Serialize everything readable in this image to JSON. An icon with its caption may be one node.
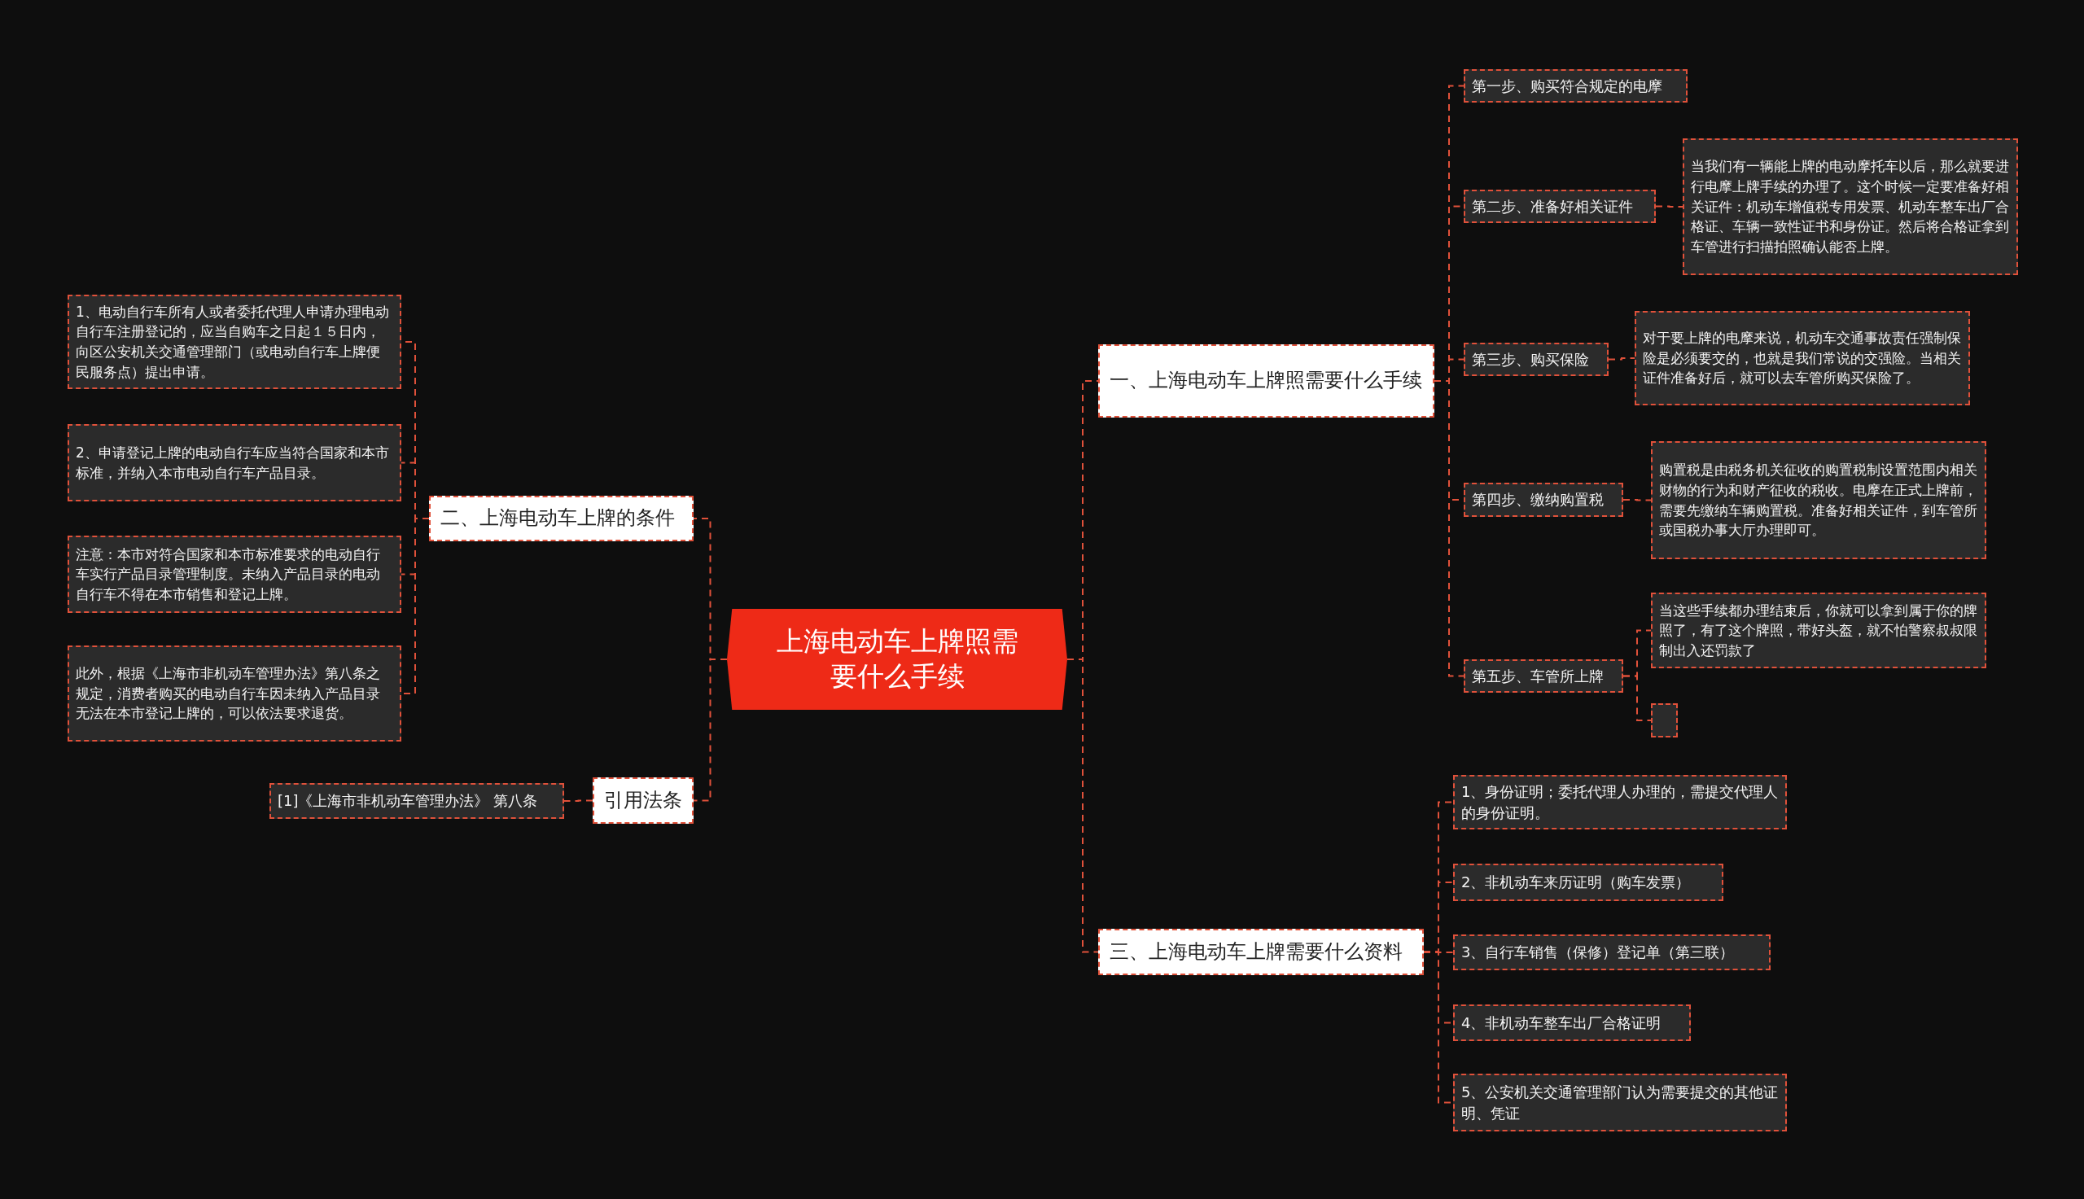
{
  "diagram": {
    "nodes": [
      {
        "text": [
          "上海电动车上牌照需要什么手续"
        ]
      },
      {
        "text": [
          "一、上海电动车上牌照需要什么手续"
        ]
      },
      {
        "text": [
          "第一步、购买符合规定的电摩"
        ]
      },
      {
        "text": [
          "第二步、准备好相关证件"
        ]
      },
      {
        "text": [
          "当我们有一辆能上牌的电动摩托车以后，那么就要进行电摩上牌手续的办理了。这个时候一定要准备好相关证件：机动车增值税专用发票、机动车整车出厂合格证、车辆一致性证书和身份证。然后将合格证拿到车管进行扫描拍照确认能否上牌。"
        ]
      },
      {
        "text": [
          "第三步、购买保险"
        ]
      },
      {
        "text": [
          "对于要上牌的电摩来说，机动车交通事故责任强制保险是必须要交的，也就是我们常说的交强险。当相关证件准备好后，就可以去车管所购买保险了。"
        ]
      },
      {
        "text": [
          "第四步、缴纳购置税"
        ]
      },
      {
        "text": [
          "购置税是由税务机关征收的购置税制设置范围内相关财物的行为和财产征收的税收。电摩在正式上牌前，需要先缴纳车辆购置税。准备好相关证件，到车管所或国税办事大厅办理即可。"
        ]
      },
      {
        "text": [
          "第五步、车管所上牌"
        ]
      },
      {
        "text": [
          "当这些手续都办理结束后，你就可以拿到属于你的牌照了，有了这个牌照，带好头盔，就不怕警察叔叔限制出入还罚款了"
        ]
      },
      {
        "text": [],
        "shape": "box"
      },
      {
        "text": [
          "三、上海电动车上牌需要什么资料"
        ]
      },
      {
        "text": [
          "1、身份证明；委托代理人办理的，需提交代理人的身份证明。"
        ]
      },
      {
        "text": [
          "2、非机动车来历证明（购车发票）"
        ]
      },
      {
        "text": [
          "3、自行车销售（保修）登记单（第三联）"
        ]
      },
      {
        "text": [
          "4、非机动车整车出厂合格证明"
        ]
      },
      {
        "text": [
          "5、公安机关交通管理部门认为需要提交的其他证明、凭证"
        ]
      },
      {
        "text": [
          "二、上海电动车上牌的条件"
        ]
      },
      {
        "text": [
          "1、电动自行车所有人或者委托代理人申请办理电动自行车注册登记的，应当自购车之日起１５日内，向区公安机关交通管理部门（或电动自行车上牌便民服务点）提出申请。"
        ]
      },
      {
        "text": [
          "2、申请登记上牌的电动自行车应当符合国家和本市标准，并纳入本市电动自行车产品目录。"
        ]
      },
      {
        "text": [
          "注意：本市对符合国家和本市标准要求的电动自行车实行产品目录管理制度。未纳入产品目录的电动自行车不得在本市销售和登记上牌。"
        ]
      },
      {
        "text": [
          "此外，根据《上海市非机动车管理办法》第八条之规定，消费者购买的电动自行车因未纳入产品目录无法在本市登记上牌的，可以依法要求退货。"
        ]
      },
      {
        "text": [
          "引用法条"
        ]
      },
      {
        "text": [
          "[1]《上海市非机动车管理办法》 第八条"
        ]
      }
    ],
    "edges": [
      {
        "from": 0,
        "to": 1,
        "arrow": "none"
      },
      {
        "from": 1,
        "to": 2,
        "arrow": "none"
      },
      {
        "from": 1,
        "to": 3,
        "arrow": "none"
      },
      {
        "from": 3,
        "to": 4,
        "arrow": "none"
      },
      {
        "from": 1,
        "to": 5,
        "arrow": "none"
      },
      {
        "from": 5,
        "to": 6,
        "arrow": "none"
      },
      {
        "from": 1,
        "to": 7,
        "arrow": "none"
      },
      {
        "from": 7,
        "to": 8,
        "arrow": "none"
      },
      {
        "from": 1,
        "to": 9,
        "arrow": "none"
      },
      {
        "from": 9,
        "to": 10,
        "arrow": "none"
      },
      {
        "from": 9,
        "to": 11,
        "arrow": "none"
      },
      {
        "from": 0,
        "to": 12,
        "arrow": "none"
      },
      {
        "from": 12,
        "to": 13,
        "arrow": "none"
      },
      {
        "from": 12,
        "to": 14,
        "arrow": "none"
      },
      {
        "from": 12,
        "to": 15,
        "arrow": "none"
      },
      {
        "from": 12,
        "to": 16,
        "arrow": "none"
      },
      {
        "from": 12,
        "to": 17,
        "arrow": "none"
      },
      {
        "from": 0,
        "to": 18,
        "arrow": "none"
      },
      {
        "from": 18,
        "to": 19,
        "arrow": "none"
      },
      {
        "from": 18,
        "to": 20,
        "arrow": "none"
      },
      {
        "from": 18,
        "to": 21,
        "arrow": "none"
      },
      {
        "from": 18,
        "to": 22,
        "arrow": "none"
      },
      {
        "from": 0,
        "to": 23,
        "arrow": "none"
      },
      {
        "from": 23,
        "to": 24,
        "arrow": "none"
      }
    ]
  }
}
